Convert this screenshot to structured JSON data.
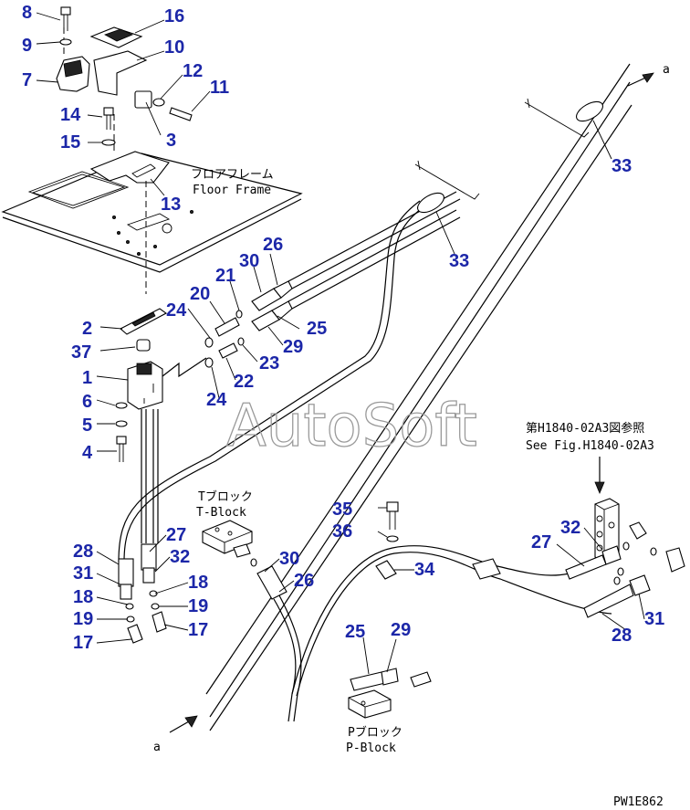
{
  "diagram": {
    "callouts": {
      "c8": "8",
      "c16": "16",
      "c9": "9",
      "c10": "10",
      "c7": "7",
      "c12": "12",
      "c11": "11",
      "c14": "14",
      "c15": "15",
      "c3": "3",
      "c13": "13",
      "c33a": "33",
      "c33b": "33",
      "c26a": "26",
      "c30a": "30",
      "c21": "21",
      "c20": "20",
      "c24a": "24",
      "c2": "2",
      "c25a": "25",
      "c29a": "29",
      "c37": "37",
      "c23": "23",
      "c1": "1",
      "c22": "22",
      "c24b": "24",
      "c6": "6",
      "c5": "5",
      "c4": "4",
      "c35": "35",
      "c36": "36",
      "c27a": "27",
      "c28a": "28",
      "c32a": "32",
      "c30b": "30",
      "c31a": "31",
      "c18a": "18",
      "c26b": "26",
      "c34": "34",
      "c19a": "19",
      "c18b": "18",
      "c19b": "19",
      "c17a": "17",
      "c17b": "17",
      "c27b": "27",
      "c32b": "32",
      "c31b": "31",
      "c28b": "28",
      "c25b": "25",
      "c29b": "29"
    },
    "labels": {
      "floor_frame_jp": "フロアフレーム",
      "floor_frame_en": "Floor Frame",
      "tblock_jp": "Tブロック",
      "tblock_en": "T-Block",
      "pblock_jp": "Pブロック",
      "pblock_en": "P-Block",
      "ref_jp": "第H1840-02A3図参照",
      "ref_en": "See Fig.H1840-02A3",
      "arrow_a_top": "a",
      "arrow_a_bottom": "a",
      "drawing_code": "PW1E862"
    },
    "watermark": "AutoSoft",
    "callout_color": "#1c27a8"
  }
}
